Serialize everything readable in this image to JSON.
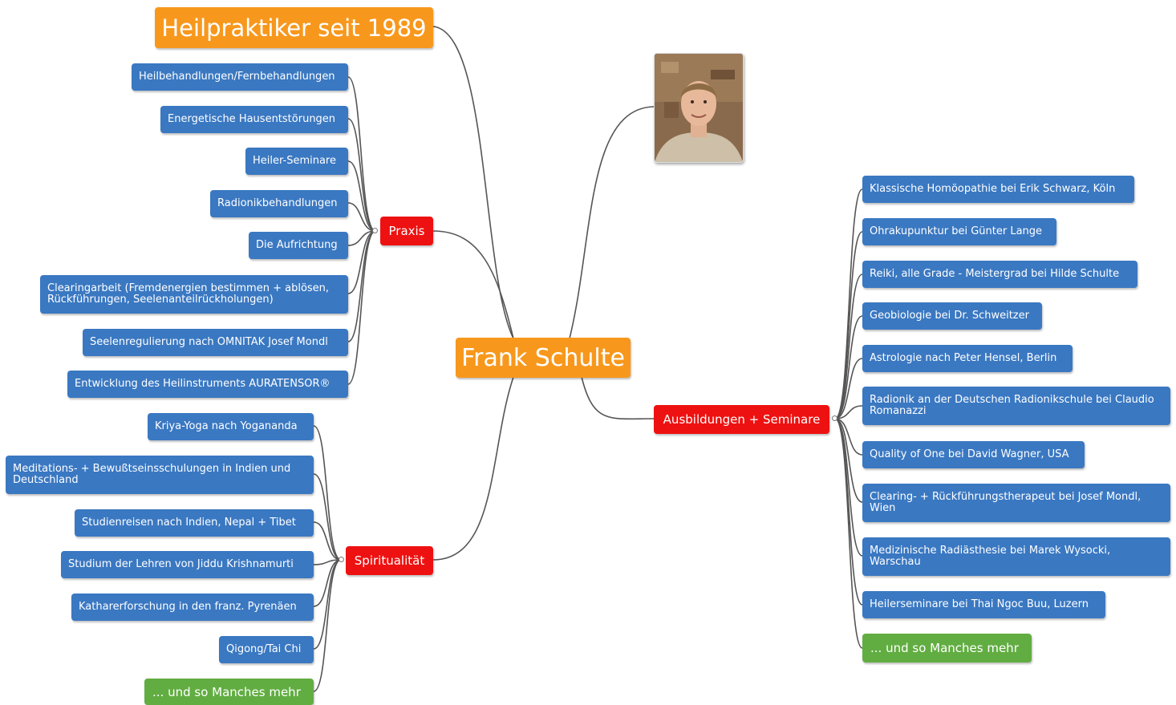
{
  "center": "Frank Schulte",
  "header": "Heilpraktiker seit 1989",
  "praxis": {
    "label": "Praxis",
    "items": [
      "Heilbehandlungen/Fernbehandlungen",
      "Energetische Hausentstörungen",
      "Heiler-Seminare",
      "Radionikbehandlungen",
      "Die Aufrichtung",
      "Clearingarbeit (Fremdenergien bestimmen + ablösen, Rückführungen, Seelenanteilrückholungen)",
      "Seelenregulierung nach OMNITAK Josef Mondl",
      "Entwicklung des Heilinstruments AURATENSOR®"
    ]
  },
  "spiritualitaet": {
    "label": "Spiritualität",
    "items": [
      "Kriya-Yoga nach Yogananda",
      "Meditations- + Bewußtseinsschulungen in Indien und Deutschland",
      "Studienreisen nach Indien, Nepal + Tibet",
      "Studium der Lehren von Jiddu Krishnamurti",
      "Katharerforschung in den franz. Pyrenäen",
      "Qigong/Tai Chi"
    ],
    "more": "... und so Manches mehr"
  },
  "ausbildungen": {
    "label": "Ausbildungen + Seminare",
    "items": [
      "Klassische Homöopathie bei Erik Schwarz, Köln",
      "Ohrakupunktur bei Günter Lange",
      "Reiki, alle Grade - Meistergrad bei Hilde Schulte",
      "Geobiologie bei Dr. Schweitzer",
      "Astrologie nach Peter Hensel, Berlin",
      "Radionik an der Deutschen Radionikschule bei Claudio Romanazzi",
      "Quality of One bei David Wagner, USA",
      "Clearing- + Rückführungstherapeut bei Josef Mondl, Wien",
      "Medizinische Radiästhesie bei Marek Wysocki, Warschau",
      "Heilerseminare bei Thai Ngoc Buu, Luzern"
    ],
    "more": "... und so Manches mehr"
  },
  "colors": {
    "leaf": "#3a78c2",
    "branch": "#ee1111",
    "root": "#f7981d",
    "more": "#62ad42",
    "line": "#555555"
  }
}
